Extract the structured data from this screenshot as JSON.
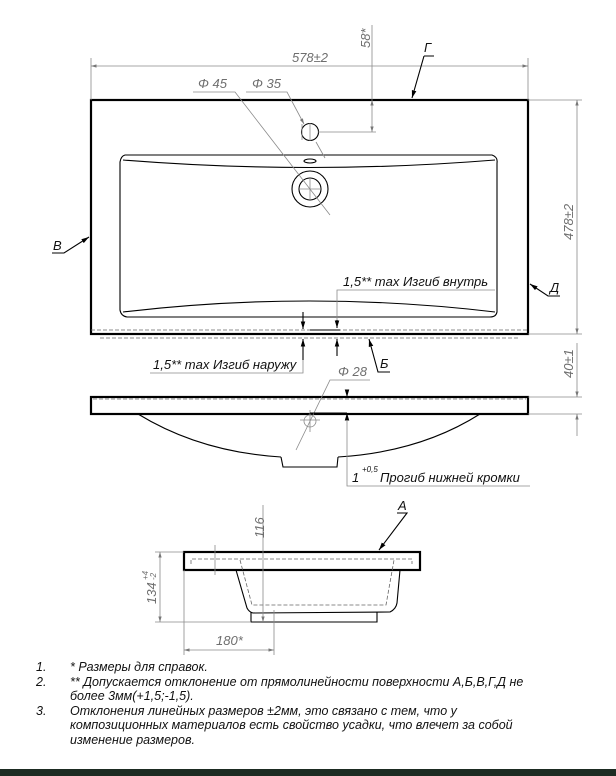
{
  "top_view": {
    "width_dim": "578±2",
    "depth_dim": "478±2",
    "tap_offset_dim": "58*",
    "drain_dia": "Φ 45",
    "tap_dia": "Φ 35",
    "surface_g": "Г",
    "surface_v": "В",
    "surface_d": "Д",
    "surface_b": "Б",
    "bend_in": "1,5** max Изгиб внутрь",
    "bend_out": "1,5** max Изгиб наружу"
  },
  "front_view": {
    "thickness_dim": "40±1",
    "drain_dia": "Φ 28",
    "sag_value": "1",
    "sag_tol": "+0,5",
    "sag_label": "Прогиб нижней кромки"
  },
  "section_view": {
    "surface_a": "А",
    "height_dim": "134",
    "height_tol_up": "+4",
    "height_tol_down": "-2",
    "bowl_depth_dim": "116",
    "drain_offset_dim": "180*"
  },
  "notes": [
    {
      "num": "1.",
      "text": "*  Размеры для справок."
    },
    {
      "num": "2.",
      "text": "**  Допускается отклонение от прямолинейности поверхности А,Б,В,Г,Д не более 3мм(+1,5;-1,5)."
    },
    {
      "num": "3.",
      "text": "Отклонения линейных размеров ±2мм, это связано с тем, что у композиционных материалов есть свойство усадки, что влечет за собой изменение размеров."
    }
  ]
}
